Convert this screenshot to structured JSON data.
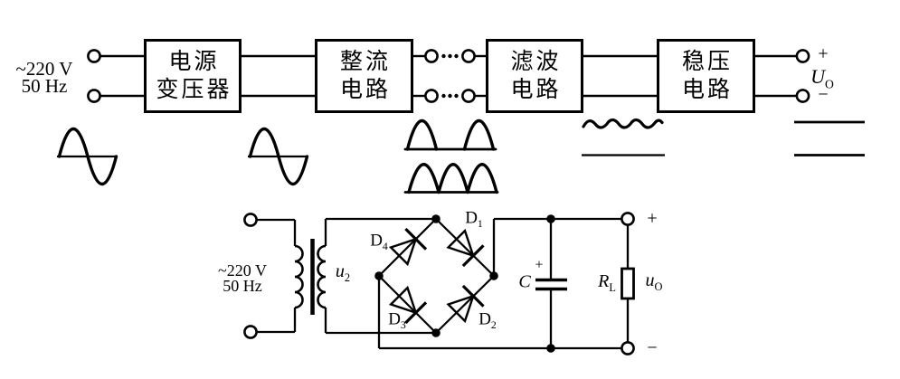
{
  "colors": {
    "ink": "#000000",
    "background": "#ffffff"
  },
  "block_diagram": {
    "source": {
      "line1": "~220 V",
      "line2": "50 Hz"
    },
    "blocks": [
      {
        "line1": "电源",
        "line2": "变压器"
      },
      {
        "line1": "整流",
        "line2": "电路"
      },
      {
        "line1": "滤波",
        "line2": "电路"
      },
      {
        "line1": "稳压",
        "line2": "电路"
      }
    ],
    "output": {
      "plus": "+",
      "minus": "−",
      "voltage": {
        "base": "U",
        "sub": "O"
      }
    }
  },
  "circuit": {
    "source": {
      "line1": "~220 V",
      "line2": "50 Hz"
    },
    "secondary_voltage": {
      "base": "u",
      "sub": "2"
    },
    "diodes": {
      "d1": {
        "base": "D",
        "sub": "1"
      },
      "d2": {
        "base": "D",
        "sub": "2"
      },
      "d3": {
        "base": "D",
        "sub": "3"
      },
      "d4": {
        "base": "D",
        "sub": "4"
      }
    },
    "capacitor": {
      "label": "C",
      "polarity": "+"
    },
    "load": {
      "base": "R",
      "sub": "L"
    },
    "output": {
      "plus": "+",
      "minus": "−",
      "voltage": {
        "base": "u",
        "sub": "O"
      }
    }
  }
}
